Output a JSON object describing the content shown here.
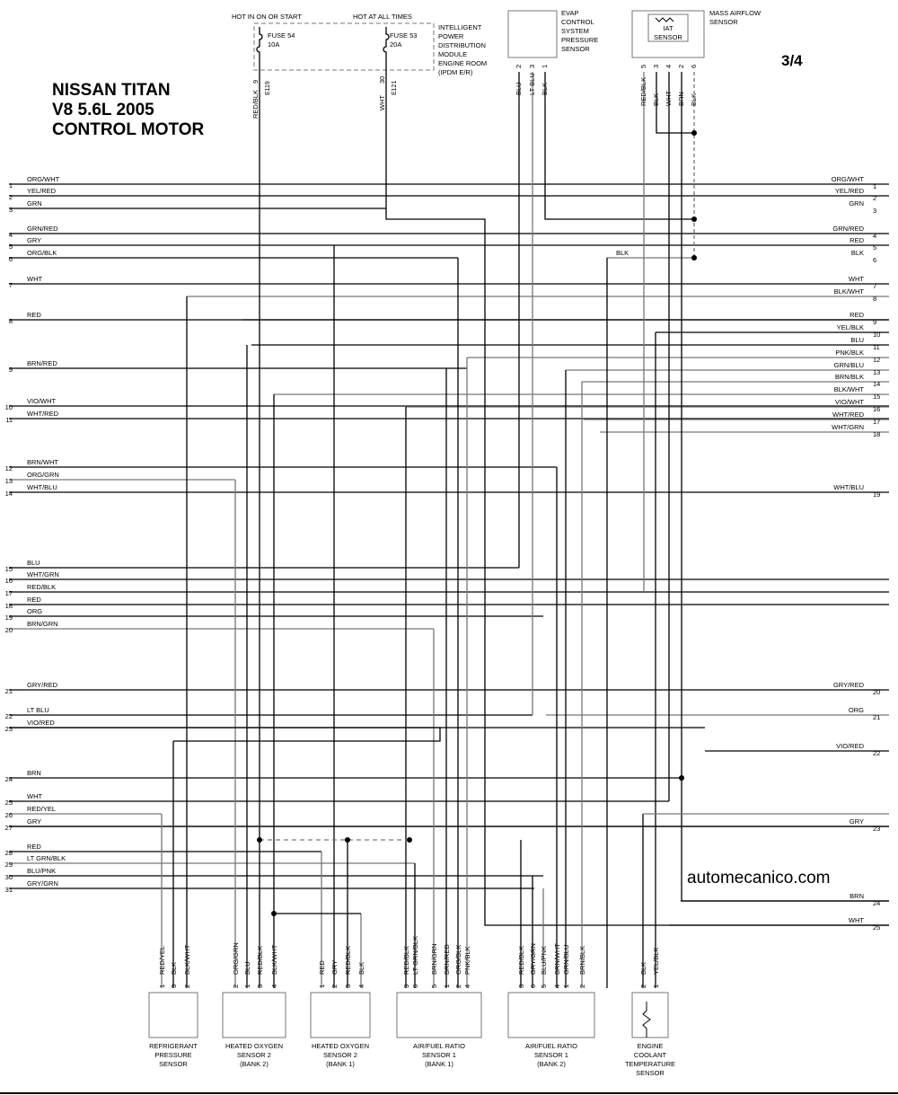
{
  "header": {
    "title_lines": [
      "NISSAN TITAN",
      "V8 5.6L 2005",
      "CONTROL MOTOR"
    ],
    "page": "3/4",
    "watermark": "automecanico.com"
  },
  "top_components": {
    "ipdm": {
      "hot_run": "HOT IN ON OR START",
      "hot_always": "HOT AT ALL TIMES",
      "fuse_a": [
        "FUSE 54",
        "10A"
      ],
      "fuse_b": [
        "FUSE 53",
        "20A"
      ],
      "name_lines": [
        "INTELLIGENT",
        "POWER",
        "DISTRIBUTION",
        "MODULE",
        "ENGINE ROOM",
        "(IPDM E/R)"
      ],
      "pins": [
        {
          "pin": "9",
          "color": "RED/BLK",
          "conn": "E119"
        },
        {
          "pin": "30",
          "color": "WHT",
          "conn": "E121"
        }
      ]
    },
    "evap": {
      "name_lines": [
        "EVAP",
        "CONTROL",
        "SYSTEM",
        "PRESSURE",
        "SENSOR"
      ],
      "pins": [
        {
          "pin": "2",
          "color": "BLU"
        },
        {
          "pin": "3",
          "color": "LT BLU"
        },
        {
          "pin": "1",
          "color": "BLK"
        }
      ]
    },
    "maf": {
      "name_lines": [
        "MASS AIRFLOW",
        "SENSOR"
      ],
      "iat_lines": [
        "IAT",
        "SENSOR"
      ],
      "pins": [
        {
          "pin": "5",
          "color": "RED/BLK"
        },
        {
          "pin": "3",
          "color": "BLK"
        },
        {
          "pin": "4",
          "color": "WHT"
        },
        {
          "pin": "2",
          "color": "BRN"
        },
        {
          "pin": "6",
          "color": "BLK"
        }
      ]
    }
  },
  "left_pins": [
    {
      "n": "1",
      "label": "ORG/WHT"
    },
    {
      "n": "2",
      "label": "YEL/RED"
    },
    {
      "n": "3",
      "label": "GRN"
    },
    {
      "n": "4",
      "label": "GRN/RED"
    },
    {
      "n": "5",
      "label": "GRY"
    },
    {
      "n": "6",
      "label": "ORG/BLK"
    },
    {
      "n": "7",
      "label": "WHT"
    },
    {
      "n": "8",
      "label": "RED"
    },
    {
      "n": "9",
      "label": "BRN/RED"
    },
    {
      "n": "10",
      "label": "VIO/WHT"
    },
    {
      "n": "11",
      "label": "WHT/RED"
    },
    {
      "n": "12",
      "label": "BRN/WHT"
    },
    {
      "n": "13",
      "label": "ORG/GRN"
    },
    {
      "n": "14",
      "label": "WHT/BLU"
    },
    {
      "n": "15",
      "label": "BLU"
    },
    {
      "n": "16",
      "label": "WHT/GRN"
    },
    {
      "n": "17",
      "label": "RED/BLK"
    },
    {
      "n": "18",
      "label": "RED"
    },
    {
      "n": "19",
      "label": "ORG"
    },
    {
      "n": "20",
      "label": "BRN/GRN"
    },
    {
      "n": "21",
      "label": "GRY/RED"
    },
    {
      "n": "22",
      "label": "LT BLU"
    },
    {
      "n": "23",
      "label": "VIO/RED"
    },
    {
      "n": "24",
      "label": "BRN"
    },
    {
      "n": "25",
      "label": "WHT"
    },
    {
      "n": "26",
      "label": "RED/YEL"
    },
    {
      "n": "27",
      "label": "GRY"
    },
    {
      "n": "28",
      "label": "RED"
    },
    {
      "n": "29",
      "label": "LT GRN/BLK"
    },
    {
      "n": "30",
      "label": "BLU/PNK"
    },
    {
      "n": "31",
      "label": "GRY/GRN"
    }
  ],
  "right_pins": [
    {
      "n": "1",
      "label": "ORG/WHT"
    },
    {
      "n": "2",
      "label": "YEL/RED"
    },
    {
      "n": "3",
      "label": "GRN"
    },
    {
      "n": "4",
      "label": "GRN/RED"
    },
    {
      "n": "5",
      "label": "RED"
    },
    {
      "n": "6",
      "label": "BLK"
    },
    {
      "n": "7",
      "label": "WHT"
    },
    {
      "n": "8",
      "label": "BLK/WHT"
    },
    {
      "n": "9",
      "label": "RED"
    },
    {
      "n": "10",
      "label": "YEL/BLK"
    },
    {
      "n": "11",
      "label": "BLU"
    },
    {
      "n": "12",
      "label": "PNK/BLK"
    },
    {
      "n": "13",
      "label": "GRN/BLU"
    },
    {
      "n": "14",
      "label": "BRN/BLK"
    },
    {
      "n": "15",
      "label": "BLK/WHT"
    },
    {
      "n": "16",
      "label": "VIO/WHT"
    },
    {
      "n": "17",
      "label": "WHT/RED"
    },
    {
      "n": "18",
      "label": "WHT/GRN"
    },
    {
      "n": "19",
      "label": "WHT/BLU"
    },
    {
      "n": "20",
      "label": "GRY/RED"
    },
    {
      "n": "21",
      "label": "ORG"
    },
    {
      "n": "22",
      "label": "VIO/RED"
    },
    {
      "n": "23",
      "label": "GRY"
    },
    {
      "n": "24",
      "label": "BRN"
    },
    {
      "n": "25",
      "label": "WHT"
    }
  ],
  "extra_labels": {
    "blk_mid": "BLK"
  },
  "bottom_components": [
    {
      "id": "refrigerant",
      "name_lines": [
        "REFRIGERANT",
        "PRESSURE",
        "SENSOR"
      ],
      "pins": [
        {
          "pin": "1",
          "color": "RED/YEL"
        },
        {
          "pin": "3",
          "color": "BLK"
        },
        {
          "pin": "2",
          "color": "BLK/WHT"
        }
      ]
    },
    {
      "id": "ho2s2-b2",
      "name_lines": [
        "HEATED OXYGEN",
        "SENSOR 2",
        "(BANK 2)"
      ],
      "pins": [
        {
          "pin": "2",
          "color": "ORG/GRN"
        },
        {
          "pin": "1",
          "color": "BLU"
        },
        {
          "pin": "3",
          "color": "RED/BLK"
        },
        {
          "pin": "4",
          "color": "BLK/WHT"
        }
      ]
    },
    {
      "id": "ho2s2-b1",
      "name_lines": [
        "HEATED OXYGEN",
        "SENSOR 2",
        "(BANK 1)"
      ],
      "pins": [
        {
          "pin": "1",
          "color": "RED"
        },
        {
          "pin": "2",
          "color": "GRY"
        },
        {
          "pin": "3",
          "color": "RED/BLK"
        },
        {
          "pin": "4",
          "color": "BLK"
        }
      ]
    },
    {
      "id": "af-b1",
      "name_lines": [
        "AIR/FUEL RATIO",
        "SENSOR 1",
        "(BANK 1)"
      ],
      "pins": [
        {
          "pin": "3",
          "color": "RED/BLK"
        },
        {
          "pin": "6",
          "color": "LT GRN/BLK"
        },
        {
          "pin": "5",
          "color": "BRN/GRN"
        },
        {
          "pin": "1",
          "color": "BRN/RED"
        },
        {
          "pin": "2",
          "color": "ORG/BLK"
        },
        {
          "pin": "4",
          "color": "PNK/BLK"
        }
      ]
    },
    {
      "id": "af-b2",
      "name_lines": [
        "AIR/FUEL RATIO",
        "SENSOR 1",
        "(BANK 2)"
      ],
      "pins": [
        {
          "pin": "3",
          "color": "RED/BLK"
        },
        {
          "pin": "6",
          "color": "GRY/GRN"
        },
        {
          "pin": "5",
          "color": "BLU/PNK"
        },
        {
          "pin": "4",
          "color": "BRN/WHT"
        },
        {
          "pin": "1",
          "color": "GRN/BLU"
        },
        {
          "pin": "2",
          "color": "BRN/BLK"
        }
      ]
    },
    {
      "id": "ect",
      "name_lines": [
        "ENGINE",
        "COOLANT",
        "TEMPERATURE",
        "SENSOR"
      ],
      "pins": [
        {
          "pin": "2",
          "color": "BLK"
        },
        {
          "pin": "1",
          "color": "YEL/BLK"
        }
      ]
    }
  ]
}
